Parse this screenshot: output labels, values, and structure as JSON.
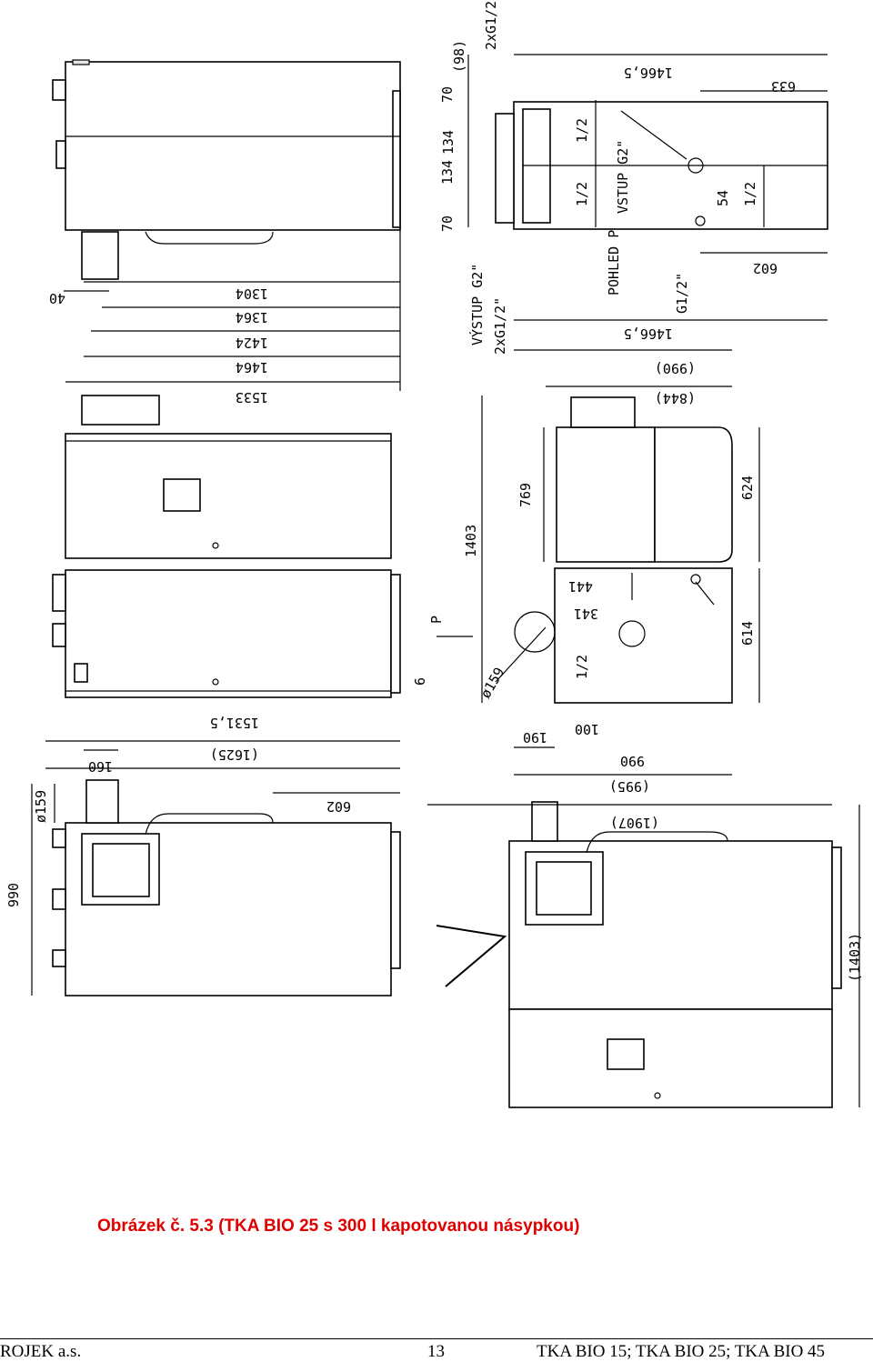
{
  "drawing": {
    "views": {
      "top": {
        "dims": [
          "40",
          "1304",
          "1364",
          "1424",
          "1464",
          "1533"
        ],
        "labels": [
          "POHLED P"
        ]
      },
      "side_right": {
        "dims": [
          "(98)",
          "2xG1/2\"",
          "70",
          "134",
          "134",
          "70",
          "1466,5",
          "633",
          "1/2",
          "1/2",
          "VSTUP G2\"",
          "54",
          "1/2",
          "602",
          "1466,5",
          "G1/2\"",
          "VÝSTUP G2\"",
          "2xG1/2\""
        ]
      },
      "front": {
        "dims": [
          "1531,5",
          "(1625)",
          "P",
          "6"
        ]
      },
      "side_left": {
        "dims": [
          "(990)",
          "(844)",
          "769",
          "624",
          "1403",
          "441",
          "341",
          "614",
          "1/2",
          "ø159",
          "190",
          "100",
          "990",
          "(995)"
        ]
      },
      "bottom_left": {
        "dims": [
          "160",
          "ø159",
          "602",
          "990"
        ]
      },
      "bottom_right": {
        "dims": [
          "(1907)",
          "(1403)"
        ]
      }
    }
  },
  "caption": "Obrázek č. 5.3 (TKA BIO 25 s 300 l kapotovanou násypkou)",
  "footer": {
    "company": "ROJEK a.s.",
    "page": "13",
    "models": "TKA BIO 15; TKA BIO 25; TKA BIO 45"
  }
}
